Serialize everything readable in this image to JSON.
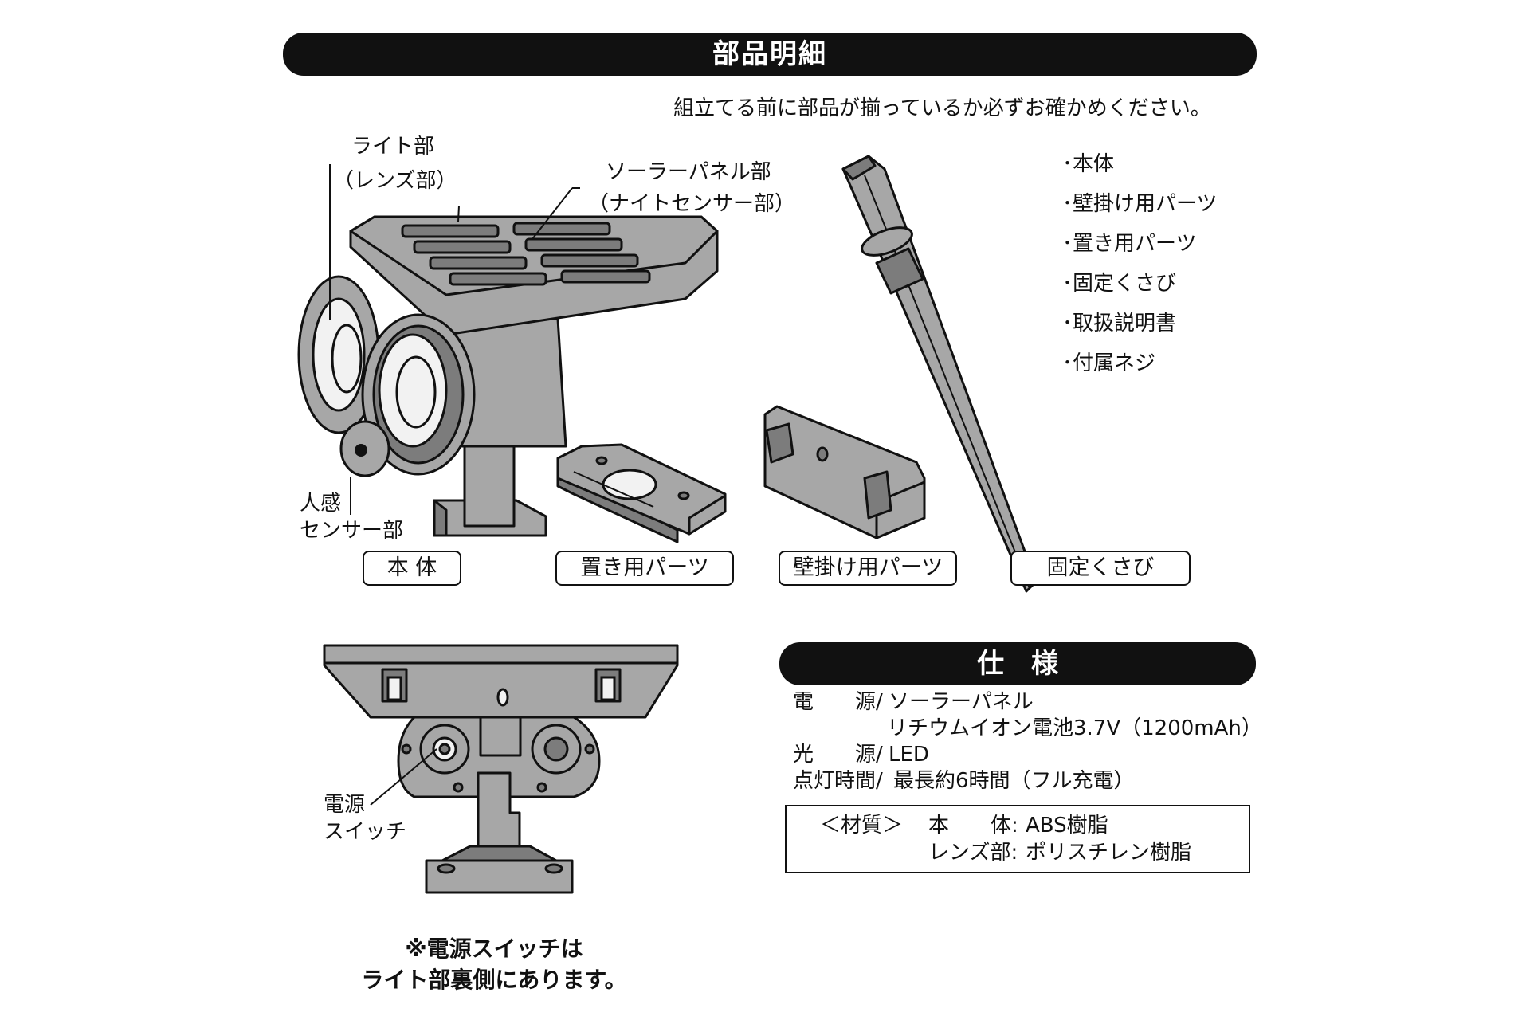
{
  "parts_section": {
    "title": "部品明細",
    "note": "組立てる前に部品が揃っているか必ずお確かめください。"
  },
  "callouts": {
    "light_l1": "ライト部",
    "light_l2": "（レンズ部）",
    "panel_l1": "ソーラーパネル部",
    "panel_l2": "（ナイトセンサー部）",
    "sensor_l1": "人感",
    "sensor_l2": "センサー部",
    "switch_l1": "電源",
    "switch_l2": "スイッチ"
  },
  "part_labels": {
    "body": "本 体",
    "stand_parts": "置き用パーツ",
    "wall_parts": "壁掛け用パーツ",
    "stake": "固定くさび"
  },
  "contents_list": [
    "･本体",
    "･壁掛け用パーツ",
    "･置き用パーツ",
    "･固定くさび",
    "･取扱説明書",
    "･付属ネジ"
  ],
  "switch_note": {
    "line1": "※電源スイッチは",
    "line2": "ライト部裏側にあります。"
  },
  "spec_section": {
    "title": "仕　様",
    "rows": [
      {
        "label": "電　　源/",
        "value": "ソーラーパネル"
      },
      {
        "label": "",
        "value": "リチウムイオン電池3.7V（1200mAh）"
      },
      {
        "label": "光　　源/",
        "value": "LED"
      },
      {
        "label": "点灯時間/",
        "value": "最長約6時間（フル充電）"
      }
    ],
    "material": {
      "heading": "＜材質＞",
      "row1_label": "本　　体:",
      "row1_value": "ABS樹脂",
      "row2_label": "レンズ部:",
      "row2_value": "ポリスチレン樹脂"
    }
  },
  "colors": {
    "banner_bg": "#111111",
    "illustration_fill": "#a7a7a7",
    "illustration_dark": "#7c7c7c",
    "lens_fill": "#f2f2f2"
  }
}
